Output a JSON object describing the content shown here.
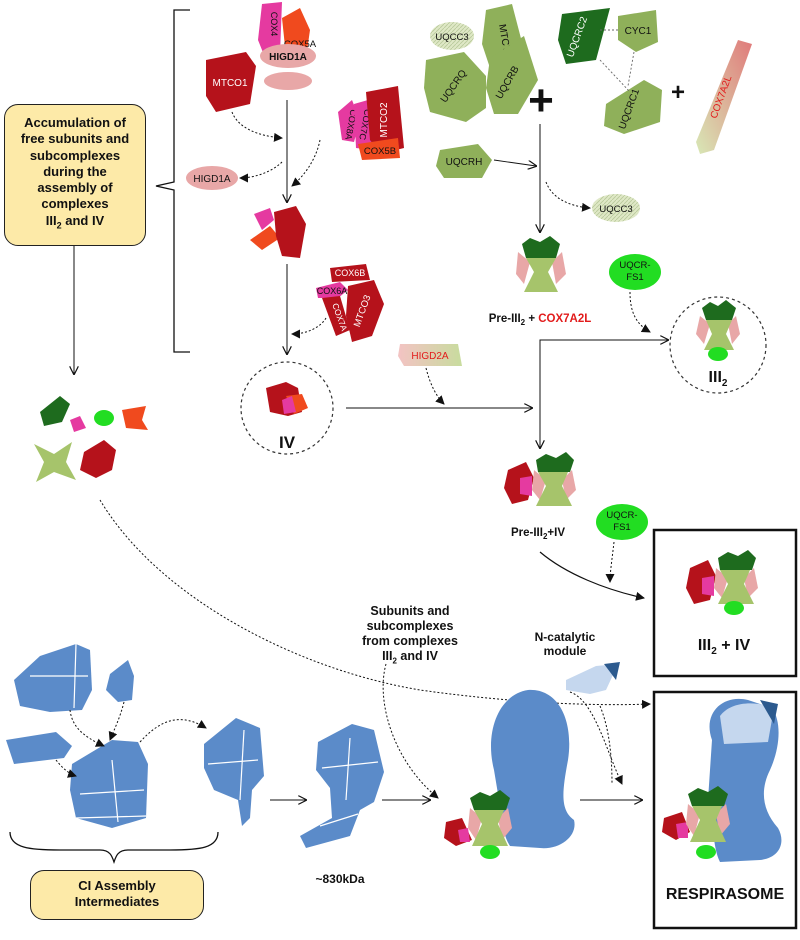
{
  "left_panel": {
    "accumulation_lines": [
      "Accumulation of",
      "free subunits and",
      "subcomplexes",
      "during the",
      "assembly of",
      "complexes"
    ],
    "accumulation_last": "III",
    "accumulation_last_sub": "2",
    "accumulation_last_tail": " and IV",
    "ci_line1": "CI Assembly",
    "ci_line2": "Intermediates"
  },
  "subunits": {
    "mtco1": "MTCO1",
    "cox4": "COX4",
    "cox5a": "COX5A",
    "higd1a": "HIGD1A",
    "higd1a_free": "HIGD1A",
    "cox8a": "COX8A",
    "cox7c": "COX7C",
    "mtco2": "MTCO2",
    "cox5b": "COX5B",
    "cox6b": "COX6B",
    "cox6a": "COX6A",
    "cox7a": "COX7A",
    "mtco3": "MTCO3",
    "uqcc3": "UQCC3",
    "mtcyb": "MTCYB",
    "uqcrq": "UQCRQ",
    "uqcrb": "UQCRB",
    "uqcrc2": "UQCRC2",
    "cyc1": "CYC1",
    "uqcrc1": "UQCRC1",
    "cox7a2l": "COX7A2L",
    "uqcrh": "UQCRH",
    "uqcc3_free": "UQCC3",
    "uqcrfs1_a1": "UQCR-",
    "uqcrfs1_a2": "FS1",
    "uqcrfs1_b1": "UQCR-",
    "uqcrfs1_b2": "FS1",
    "higd2a": "HIGD2A"
  },
  "labels": {
    "plus_big": "+",
    "plus_small": "+",
    "pre_iii2": "Pre-III",
    "pre_iii2_sub": "2",
    "pre_iii2_plus": " + ",
    "pre_iii2_cox": "COX7A2L",
    "iii2": "III",
    "iii2_sub": "2",
    "iv": "IV",
    "pre_iii2_iv": "Pre-III",
    "pre_iii2_iv_sub": "2",
    "pre_iii2_iv_tail": "+IV",
    "sc_iii2_iv": "III",
    "sc_iii2_iv_sub": "2",
    "sc_iii2_iv_tail": " + IV",
    "subunits_from": [
      "Subunits and",
      "subcomplexes",
      "from complexes"
    ],
    "subunits_from_last": "III",
    "subunits_from_last_sub": "2",
    "subunits_from_last_tail": " and IV",
    "n_catalytic_1": "N-catalytic",
    "n_catalytic_2": "module",
    "kda": "~830kDa",
    "respirasome": "RESPIRASOME"
  },
  "colors": {
    "blue": "#5b8bc9",
    "light_blue": "#c5d7ee",
    "dark_blue": "#2c5a8e",
    "dark_green": "#1e6b1e",
    "light_green": "#a6c46b",
    "pale_green": "#d4e3b0",
    "dark_red": "#b5121b",
    "orange_red": "#f04a1e",
    "pink": "#e53aa0",
    "light_pink": "#e8a7a7",
    "bright_green": "#22dd22",
    "red_text": "#e21b1b",
    "box_yellow": "#fdeaa8"
  }
}
